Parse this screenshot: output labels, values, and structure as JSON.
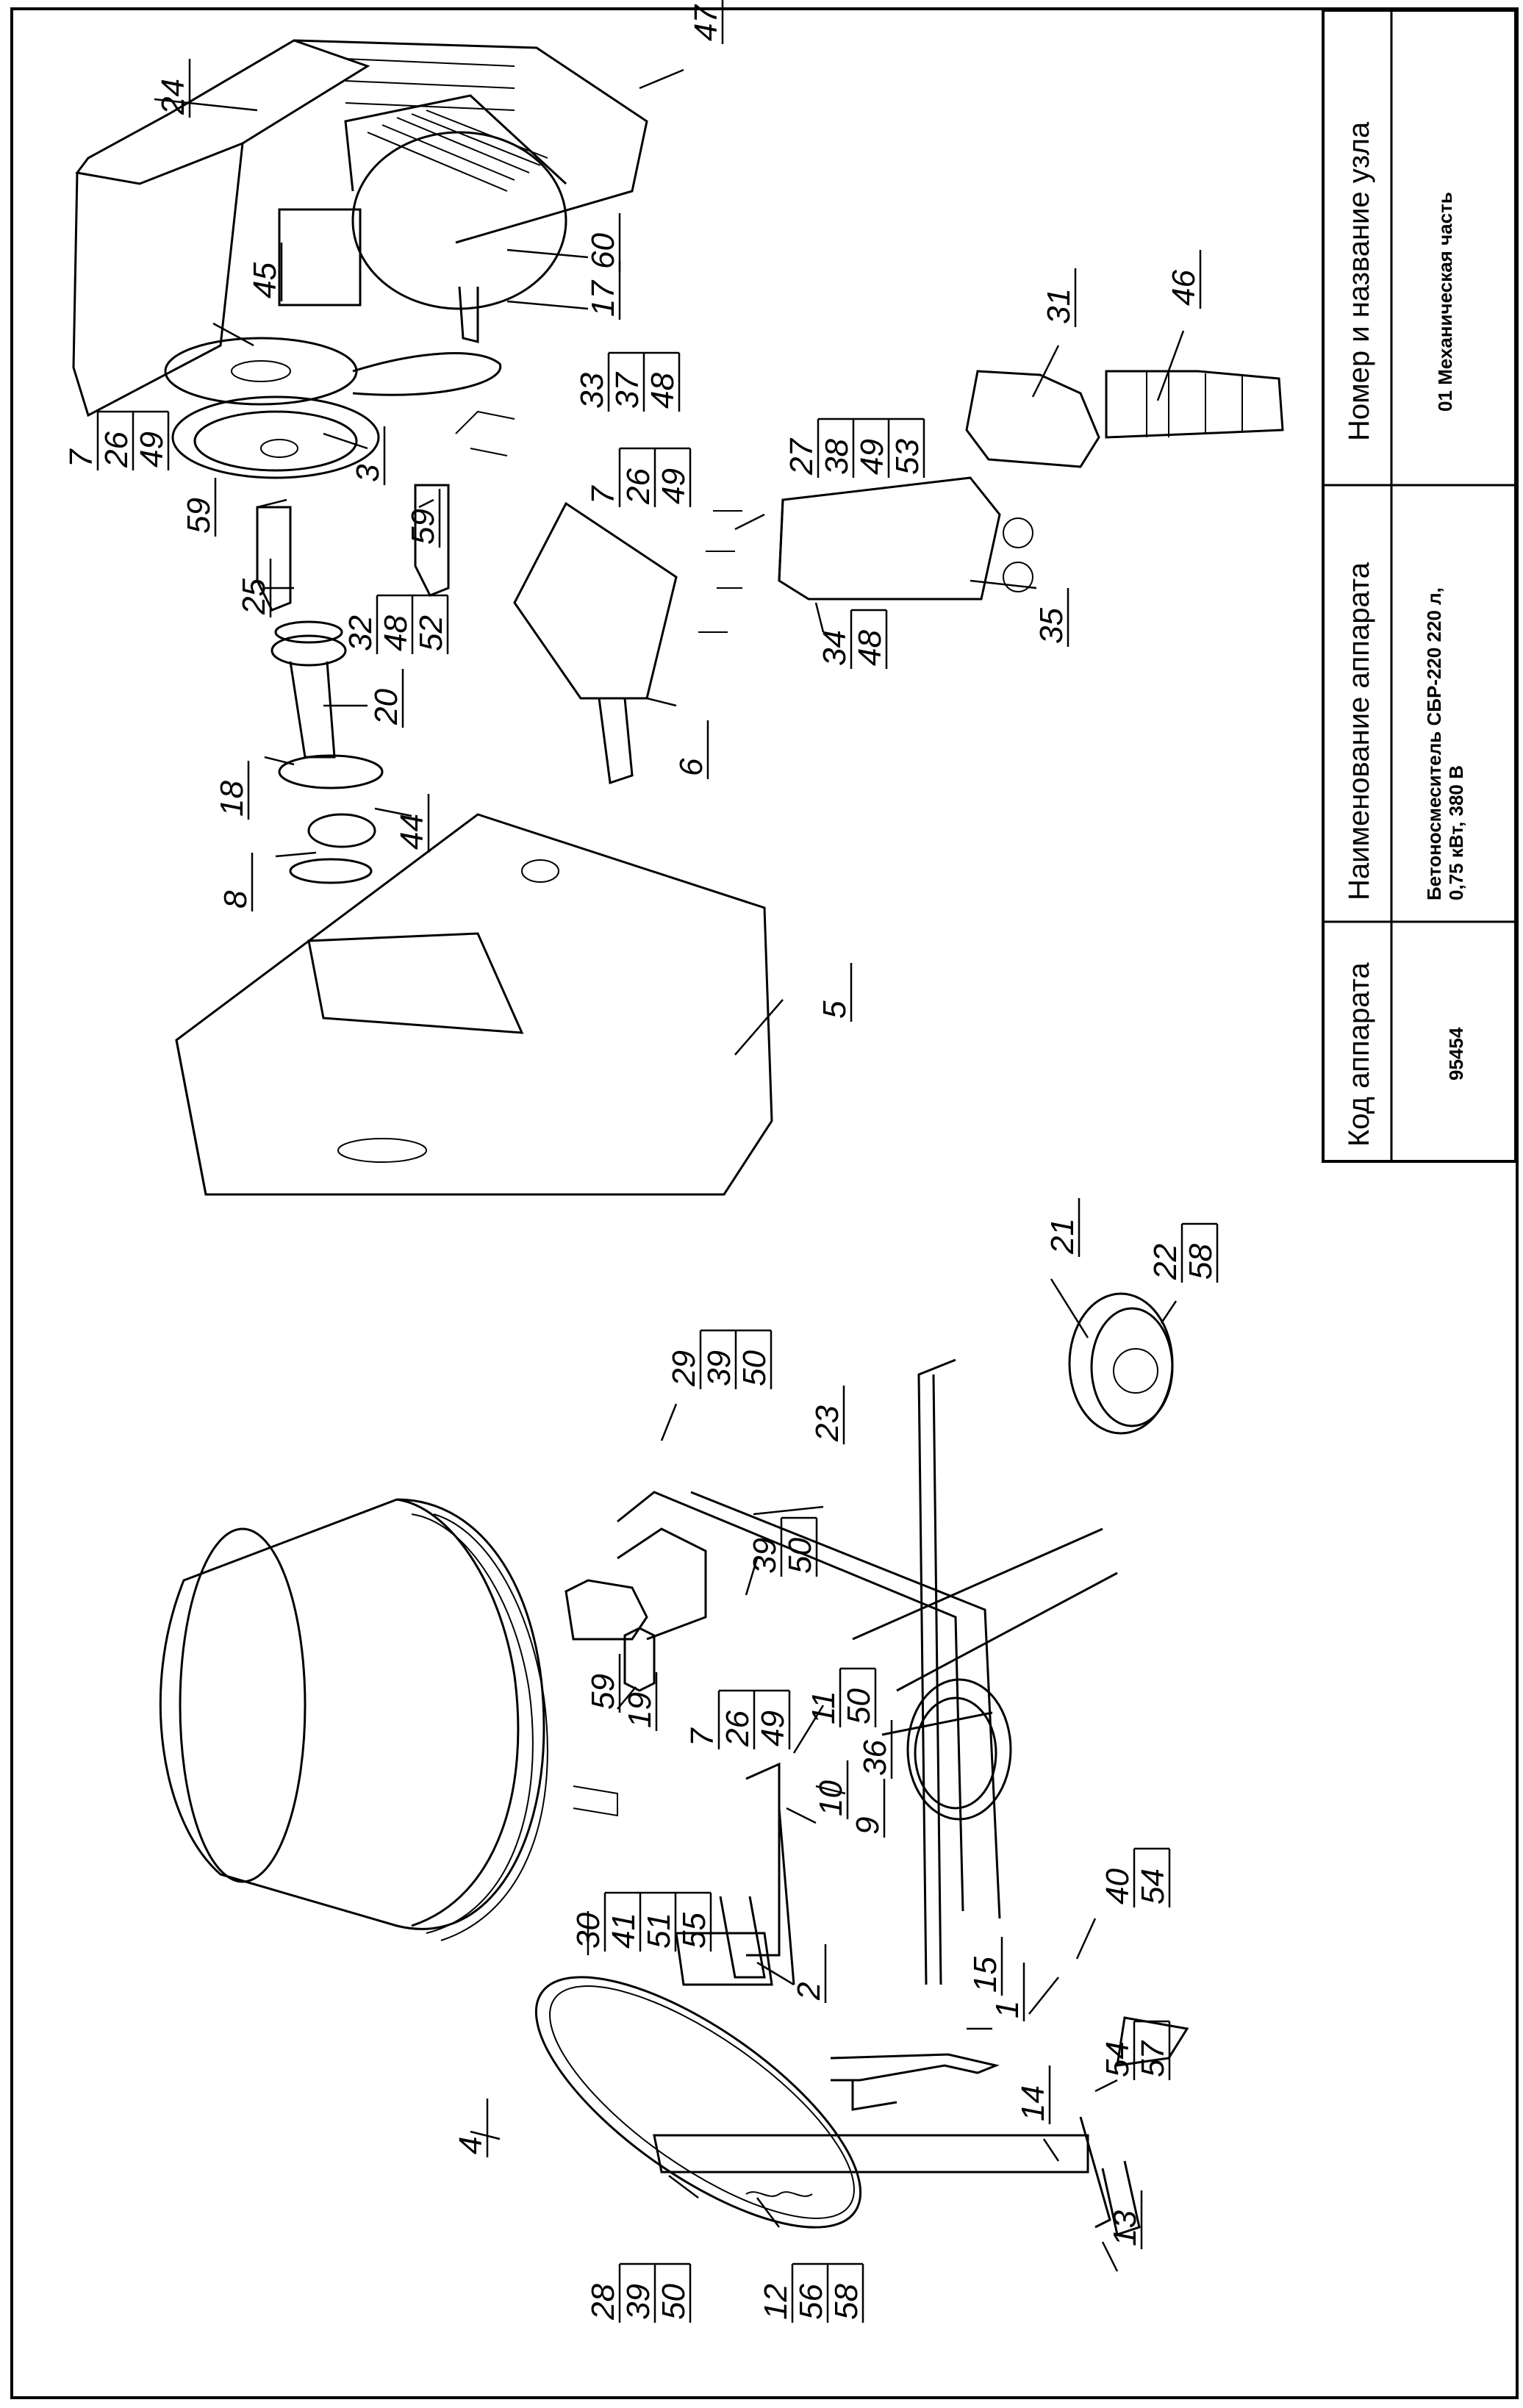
{
  "title_block": {
    "col_code_header": "Код аппарата",
    "col_name_header": "Наименование аппарата",
    "col_node_header": "Номер и название узла",
    "code_value": "95454",
    "name_value_line1": "Бетоносмеситель СБР-220 220 л,",
    "name_value_line2": "0,75 кВт, 380 В",
    "node_value": "01 Механическая часть"
  },
  "callouts": [
    {
      "id": "c24",
      "lines": [
        "24"
      ]
    },
    {
      "id": "c47",
      "lines": [
        "47"
      ]
    },
    {
      "id": "c45",
      "lines": [
        "45"
      ]
    },
    {
      "id": "c60",
      "lines": [
        "60"
      ]
    },
    {
      "id": "c17",
      "lines": [
        "17"
      ]
    },
    {
      "id": "c7a",
      "lines": [
        "7",
        "26",
        "49"
      ]
    },
    {
      "id": "c33",
      "lines": [
        "33",
        "37",
        "48"
      ]
    },
    {
      "id": "c59a",
      "lines": [
        "59"
      ]
    },
    {
      "id": "c3",
      "lines": [
        "3"
      ]
    },
    {
      "id": "c59b",
      "lines": [
        "59"
      ]
    },
    {
      "id": "c7b",
      "lines": [
        "7",
        "26",
        "49"
      ]
    },
    {
      "id": "c27",
      "lines": [
        "27",
        "38",
        "49",
        "53"
      ]
    },
    {
      "id": "c31",
      "lines": [
        "31"
      ]
    },
    {
      "id": "c46",
      "lines": [
        "46"
      ]
    },
    {
      "id": "c25",
      "lines": [
        "25"
      ]
    },
    {
      "id": "c32",
      "lines": [
        "32",
        "48",
        "52"
      ]
    },
    {
      "id": "c20",
      "lines": [
        "20"
      ]
    },
    {
      "id": "c34",
      "lines": [
        "34",
        "48"
      ]
    },
    {
      "id": "c35",
      "lines": [
        "35"
      ]
    },
    {
      "id": "c6",
      "lines": [
        "6"
      ]
    },
    {
      "id": "c18",
      "lines": [
        "18"
      ]
    },
    {
      "id": "c44",
      "lines": [
        "44"
      ]
    },
    {
      "id": "c8",
      "lines": [
        "8"
      ]
    },
    {
      "id": "c5",
      "lines": [
        "5"
      ]
    },
    {
      "id": "c21",
      "lines": [
        "21"
      ]
    },
    {
      "id": "c22",
      "lines": [
        "22",
        "58"
      ]
    },
    {
      "id": "c29",
      "lines": [
        "29",
        "39",
        "50"
      ]
    },
    {
      "id": "c23",
      "lines": [
        "23"
      ]
    },
    {
      "id": "c39",
      "lines": [
        "39",
        "50"
      ]
    },
    {
      "id": "c59c",
      "lines": [
        "59"
      ]
    },
    {
      "id": "c19",
      "lines": [
        "19"
      ]
    },
    {
      "id": "c7c",
      "lines": [
        "7",
        "26",
        "49"
      ]
    },
    {
      "id": "c11",
      "lines": [
        "11",
        "50"
      ]
    },
    {
      "id": "c36",
      "lines": [
        "36"
      ]
    },
    {
      "id": "c10",
      "lines": [
        "10"
      ]
    },
    {
      "id": "c9",
      "lines": [
        "9"
      ]
    },
    {
      "id": "c30",
      "lines": [
        "30",
        "41",
        "51",
        "55"
      ]
    },
    {
      "id": "c2",
      "lines": [
        "2"
      ]
    },
    {
      "id": "c1",
      "lines": [
        "1"
      ]
    },
    {
      "id": "c40",
      "lines": [
        "40",
        "54"
      ]
    },
    {
      "id": "c15",
      "lines": [
        "15"
      ]
    },
    {
      "id": "c14",
      "lines": [
        "14"
      ]
    },
    {
      "id": "c54",
      "lines": [
        "54",
        "57"
      ]
    },
    {
      "id": "c4",
      "lines": [
        "4"
      ]
    },
    {
      "id": "c28",
      "lines": [
        "28",
        "39",
        "50"
      ]
    },
    {
      "id": "c12",
      "lines": [
        "12",
        "56",
        "58"
      ]
    },
    {
      "id": "c13",
      "lines": [
        "13"
      ]
    }
  ]
}
